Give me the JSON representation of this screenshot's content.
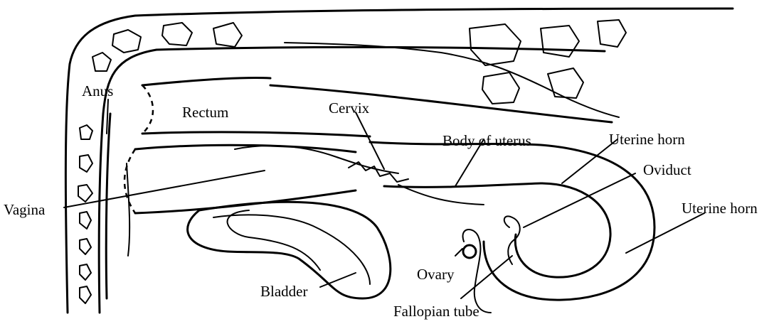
{
  "labels": {
    "anus": "Anus",
    "rectum": "Rectum",
    "cervix": "Cervix",
    "body_of_uterus": "Body of uterus",
    "uterine_horn_upper": "Uterine horn",
    "oviduct": "Oviduct",
    "uterine_horn_lower": "Uterine horn",
    "vagina": "Vagina",
    "ovary": "Ovary",
    "bladder": "Bladder",
    "fallopian_tube": "Fallopian tube"
  }
}
